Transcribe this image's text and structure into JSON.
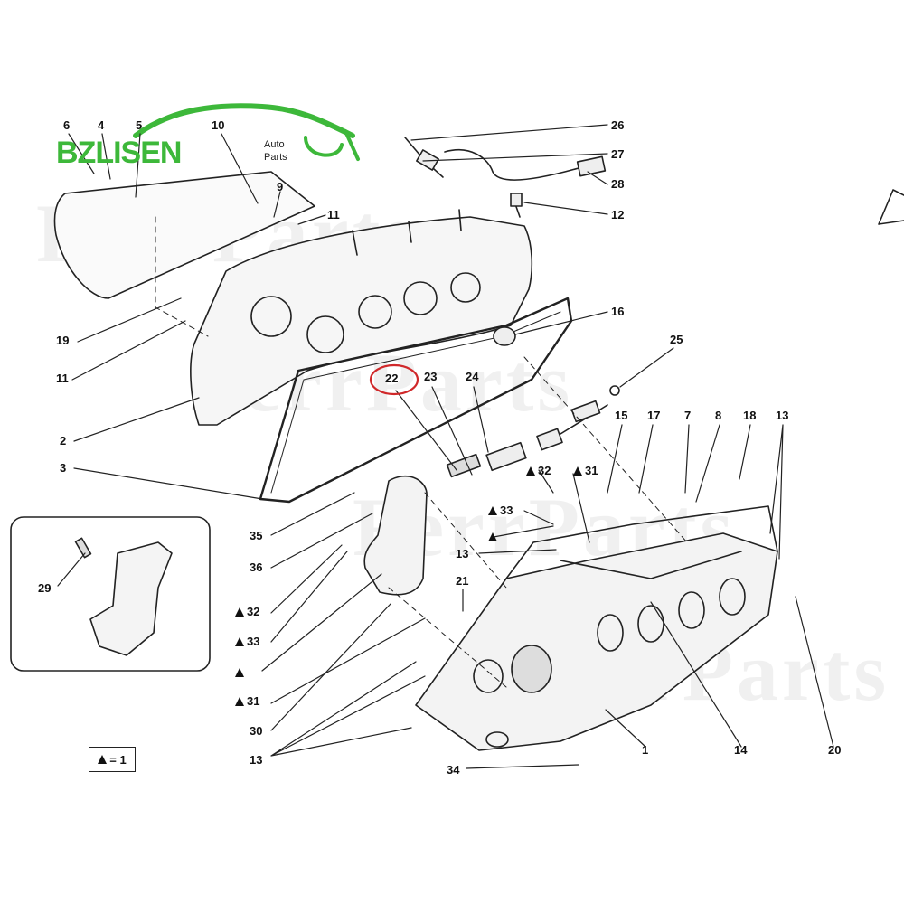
{
  "brand": {
    "name": "BZLISEN",
    "sub1": "Auto",
    "sub2": "Parts",
    "color": "#3db83a"
  },
  "watermark": "FerrParts",
  "legend": "= 1",
  "highlight_color": "#d0282a",
  "labels": {
    "l6": "6",
    "l4": "4",
    "l5": "5",
    "l10": "10",
    "l9": "9",
    "l11a": "11",
    "l26": "26",
    "l27": "27",
    "l28": "28",
    "l12": "12",
    "l16": "16",
    "l19": "19",
    "l11b": "11",
    "l2": "2",
    "l3": "3",
    "l25": "25",
    "l22": "22",
    "l23": "23",
    "l24": "24",
    "l15": "15",
    "l17": "17",
    "l7": "7",
    "l8": "8",
    "l18": "18",
    "l13a": "13",
    "l32a": "32",
    "l31a": "31",
    "l33a": "33",
    "l13b": "13",
    "l21": "21",
    "l35": "35",
    "l36": "36",
    "l32b": "32",
    "l33b": "33",
    "l31b": "31",
    "l30": "30",
    "l13c": "13",
    "l34": "34",
    "l1": "1",
    "l14": "14",
    "l20": "20",
    "l29": "29"
  }
}
